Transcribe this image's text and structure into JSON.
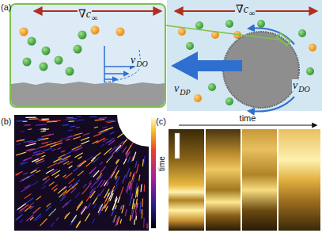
{
  "diagram": {
    "nodes": [
      {
        "text": [
          "∇c",
          "∞",
          "v",
          "DO"
        ]
      },
      {
        "text": [
          "∇c",
          "∞",
          "v",
          "DP",
          "v",
          "DO"
        ]
      }
    ],
    "labels": [
      "(a)",
      "(b)",
      "time",
      "(c)",
      "time"
    ]
  }
}
